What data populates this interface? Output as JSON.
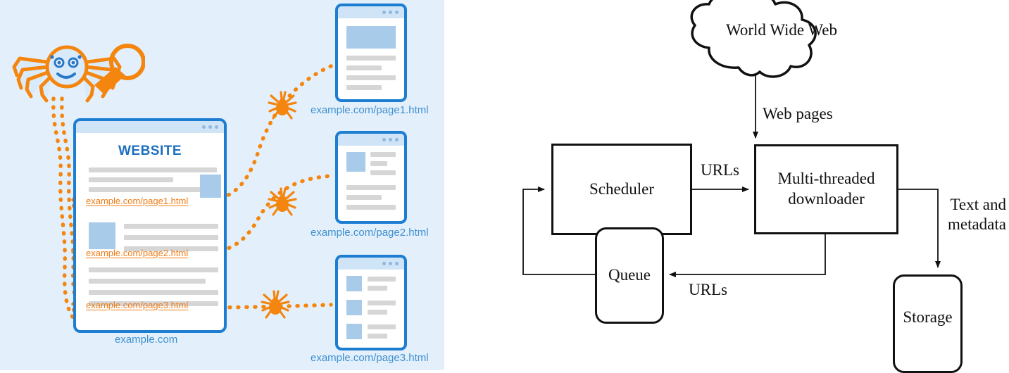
{
  "left_panel": {
    "background_color": "#e3f0fb",
    "accent_orange": "#f07d18",
    "accent_blue": "#1d7dd1",
    "crawler_icon": "spider-with-magnifier",
    "website_card": {
      "title": "WEBSITE",
      "site_label": "example.com",
      "links": [
        "example.com/page1.html",
        "example.com/page2.html",
        "example.com/page3.html"
      ]
    },
    "page_cards": [
      {
        "caption": "example.com/page1.html",
        "layout": "hero-image-then-text-lines"
      },
      {
        "caption": "example.com/page2.html",
        "layout": "thumbnail-left-then-text-lines"
      },
      {
        "caption": "example.com/page3.html",
        "layout": "three-thumbnail-rows"
      }
    ],
    "spider_markers": 3
  },
  "right_diagram": {
    "cloud_label": "World Wide\nWeb",
    "boxes": [
      {
        "id": "scheduler",
        "label": "Scheduler",
        "shape": "rect"
      },
      {
        "id": "downloader",
        "label": "Multi-threaded\ndownloader",
        "shape": "rect"
      },
      {
        "id": "queue",
        "label": "Queue",
        "shape": "rounded-rect"
      },
      {
        "id": "storage",
        "label": "Storage",
        "shape": "rounded-rect"
      }
    ],
    "edge_labels": [
      {
        "id": "web-pages",
        "text": "Web pages"
      },
      {
        "id": "urls-scheduler-downloader",
        "text": "URLs"
      },
      {
        "id": "urls-downloader-queue",
        "text": "URLs"
      },
      {
        "id": "text-and-metadata",
        "text": "Text and\nmetadata"
      }
    ]
  }
}
